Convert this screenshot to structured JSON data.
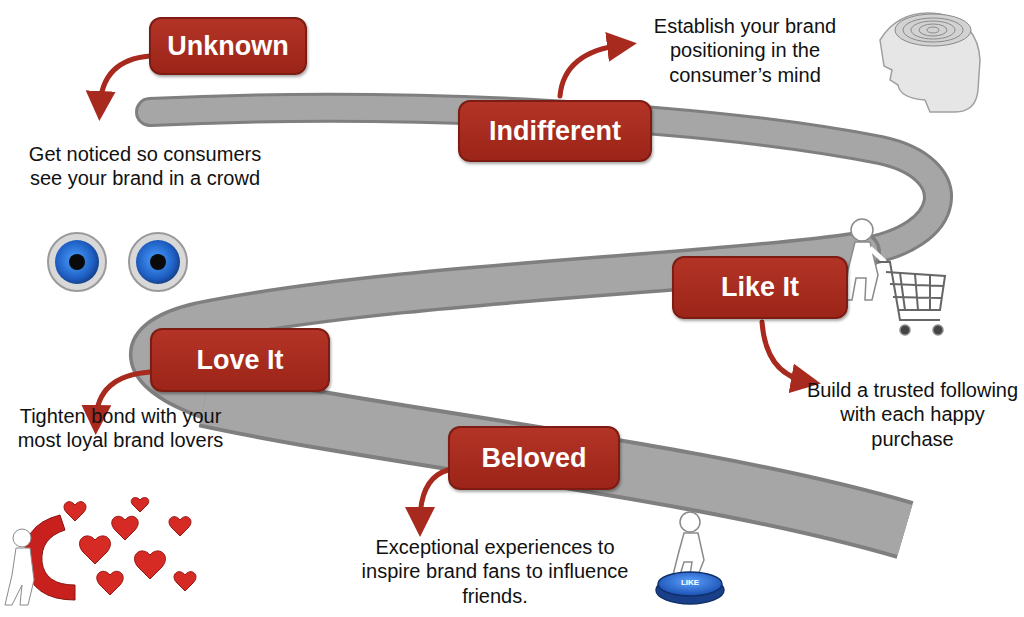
{
  "diagram": {
    "nodes": [
      {
        "text": [
          "Unknown"
        ]
      },
      {
        "text": [
          "Indifferent"
        ]
      },
      {
        "text": [
          "Like It"
        ]
      },
      {
        "text": [
          "Love It"
        ]
      },
      {
        "text": [
          "Beloved"
        ]
      }
    ],
    "labels": [
      "Get noticed so consumers see your brand in a crowd",
      "Establish your brand positioning in the consumer’s mind",
      "Build a trusted following with each happy purchase",
      "Tighten bond with your most loyal brand lovers",
      "Exceptional experiences to inspire brand fans to influence friends.",
      "LIKE"
    ]
  }
}
